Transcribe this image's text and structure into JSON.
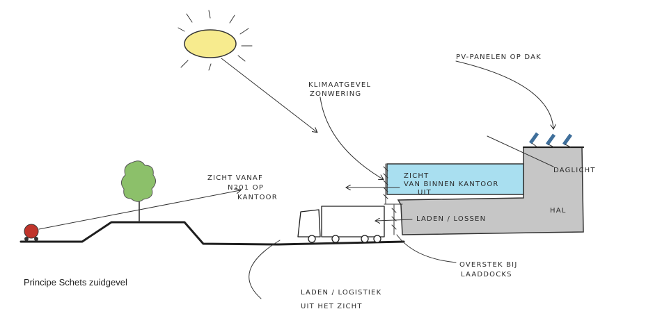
{
  "diagram": {
    "caption": "Principe Schets zuidgevel",
    "labels": {
      "pv_panels": "PV-panelen op dak",
      "climate_facade_line1": "Klimaatgevel",
      "climate_facade_line2": "zonwering",
      "view_line1": "Zicht vanaf",
      "view_line2": "N201 op",
      "view_line3": "kantoor",
      "inside_view_line1": "Zicht",
      "inside_view_line2": "van binnen kantoor",
      "inside_view_line3": "uit",
      "daylight": "Daglicht",
      "hall": "Hal",
      "loading": "Laden / lossen",
      "overhang_line1": "Overstek bij",
      "overhang_line2": "laaddocks",
      "logistics_line1": "Laden / logistiek",
      "logistics_line2": "uit het zicht"
    },
    "colors": {
      "sun": "#f7eb8e",
      "tree": "#8cc06a",
      "office_glass": "#a9dff0",
      "hall_fill": "#c6c6c6",
      "car": "#c0342b",
      "pv_panel": "#3f6f9b"
    }
  }
}
